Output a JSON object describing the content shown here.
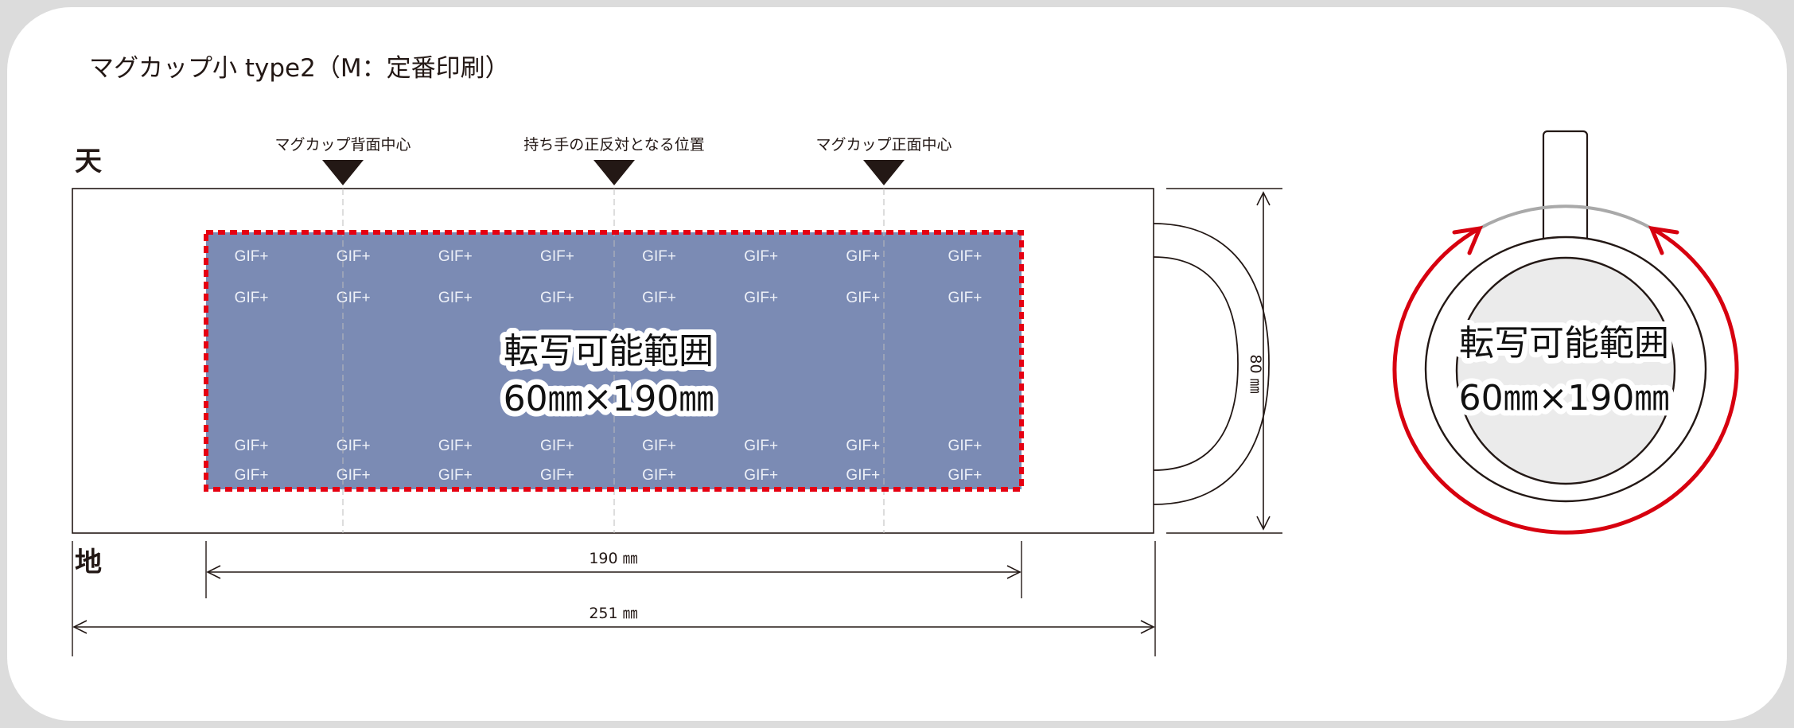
{
  "title": "マグカップ小 type2（M：定番印刷）",
  "labels": {
    "top": "天",
    "bottom": "地",
    "markers": [
      "マグカップ背面中心",
      "持ち手の正反対となる位置",
      "マグカップ正面中心"
    ]
  },
  "print_area": {
    "tile_text": "GIF+",
    "tile_columns": 8,
    "tile_rows": 4,
    "label_line1": "転写可能範囲",
    "label_line2": "60㎜×190㎜",
    "fill_color": "#7b8bb4",
    "border_color": "#e60012"
  },
  "dimensions": {
    "print_width": "190 ㎜",
    "total_width": "251 ㎜",
    "height": "80 ㎜"
  },
  "top_view": {
    "label_line1": "転写可能範囲",
    "label_line2": "60㎜×190㎜",
    "arrow_color": "#d7000f",
    "fill_color": "#ebebeb"
  }
}
